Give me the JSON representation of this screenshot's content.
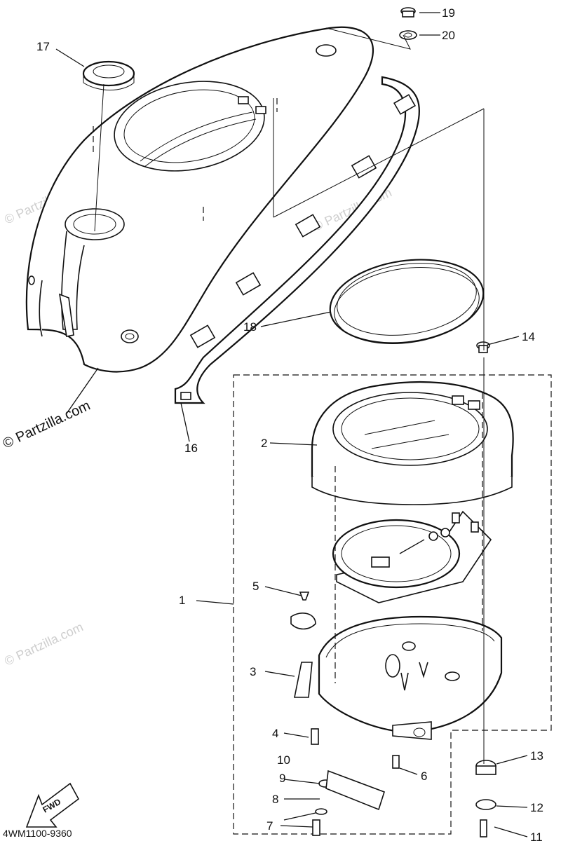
{
  "diagram": {
    "code": "4WM1100-9360",
    "fwd_label": "FWD",
    "watermark": "© Partzilla.com",
    "callouts": [
      "1",
      "2",
      "3",
      "4",
      "5",
      "6",
      "7",
      "8",
      "9",
      "10",
      "11",
      "12",
      "13",
      "14",
      "16",
      "17",
      "18",
      "19",
      "20"
    ]
  }
}
